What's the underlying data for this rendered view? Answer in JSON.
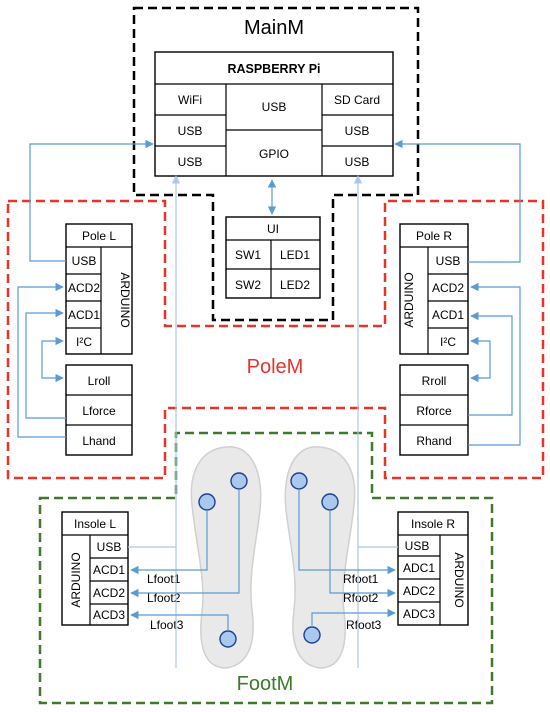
{
  "modules": {
    "main": {
      "title": "MainM",
      "color": "#000000"
    },
    "pole": {
      "title": "PoleM",
      "color": "#e8332b"
    },
    "foot": {
      "title": "FootM",
      "color": "#3d7a2a"
    }
  },
  "raspberry": {
    "title": "RASPBERRY Pi",
    "wifi": "WiFi",
    "usb_left_1": "USB",
    "usb_left_2": "USB",
    "usb_center": "USB",
    "gpio": "GPIO",
    "sd_card": "SD Card",
    "usb_right_1": "USB",
    "usb_right_2": "USB"
  },
  "ui": {
    "title": "UI",
    "sw1": "SW1",
    "led1": "LED1",
    "sw2": "SW2",
    "led2": "LED2"
  },
  "pole_l": {
    "title": "Pole L",
    "usb": "USB",
    "acd2": "ACD2",
    "acd1": "ACD1",
    "i2c": "I²C",
    "arduino": "ARDUINO",
    "roll": "Lroll",
    "force": "Lforce",
    "hand": "Lhand"
  },
  "pole_r": {
    "title": "Pole R",
    "usb": "USB",
    "acd2": "ACD2",
    "acd1": "ACD1",
    "i2c": "I²C",
    "arduino": "ARDUINO",
    "roll": "Rroll",
    "force": "Rforce",
    "hand": "Rhand"
  },
  "insole_l": {
    "title": "Insole L",
    "usb": "USB",
    "acd1": "ACD1",
    "acd2": "ACD2",
    "acd3": "ACD3",
    "arduino": "ARDUINO",
    "foot1": "Lfoot1",
    "foot2": "Lfoot2",
    "foot3": "Lfoot3"
  },
  "insole_r": {
    "title": "Insole R",
    "usb": "USB",
    "adc1": "ADC1",
    "adc2": "ADC2",
    "adc3": "ADC3",
    "arduino": "ARDUINO",
    "foot1": "Rfoot1",
    "foot2": "Rfoot2",
    "foot3": "Rfoot3"
  },
  "colors": {
    "wire": "#5b9bd5",
    "sensor_fill": "#a9c8ee",
    "insole_fill": "#e9e9e9"
  }
}
